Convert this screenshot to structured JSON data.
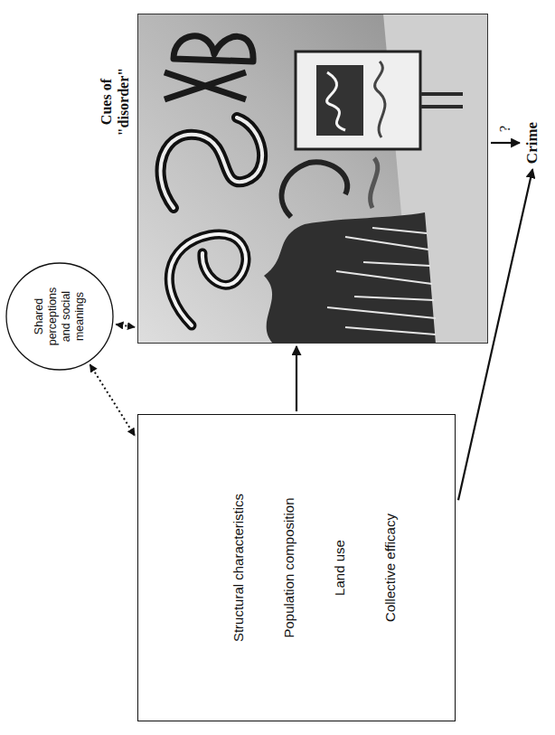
{
  "diagram": {
    "nodes": [
      {
        "text": [
          "Shared perceptions and social meanings"
        ]
      },
      {
        "text": [
          "Structural characteristics",
          "Population composition",
          "Land use",
          "Collective efficacy"
        ]
      },
      {
        "text": [
          "Cues of \"disorder\""
        ]
      },
      {
        "text": [
          "Crime"
        ]
      }
    ],
    "edges": [
      {
        "from": 0,
        "to": 1,
        "arrow": "both"
      },
      {
        "from": 0,
        "to": 2,
        "arrow": "both"
      },
      {
        "from": 1,
        "to": 2,
        "arrow": "to"
      },
      {
        "from": 2,
        "to": 3,
        "arrow": "to",
        "label": "?"
      },
      {
        "from": 1,
        "to": 3,
        "arrow": "to"
      }
    ]
  }
}
